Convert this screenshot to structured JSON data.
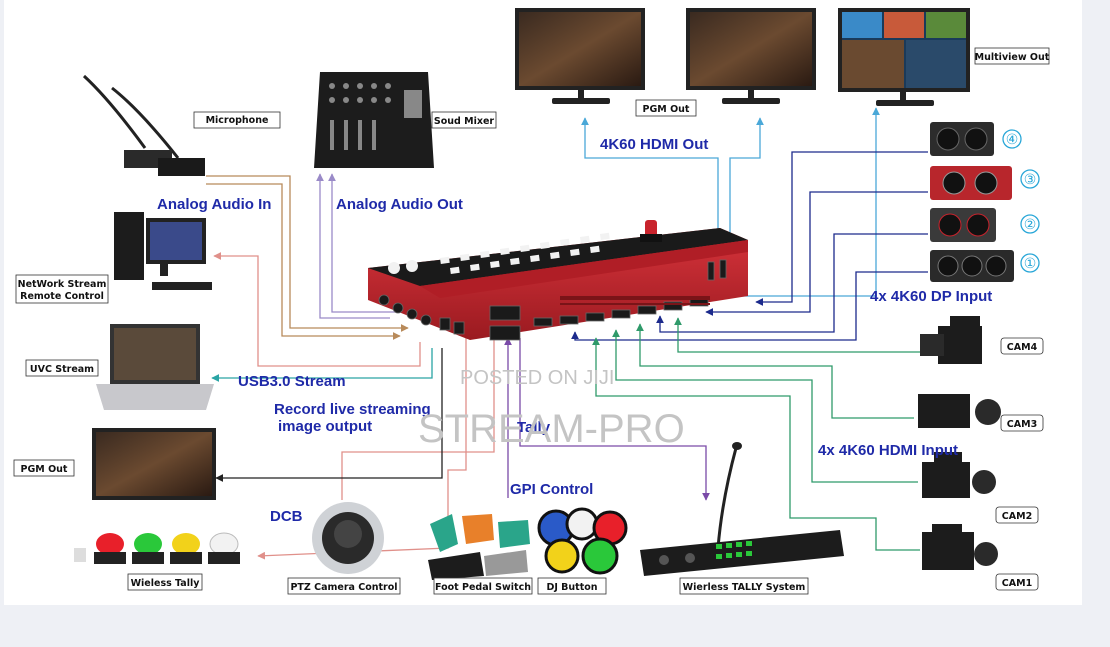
{
  "labels": {
    "microphone": "Microphone",
    "sound_mixer": "Soud Mixer",
    "pgm_out_top": "PGM Out",
    "multiview_out": "Multiview Out",
    "network_stream": "NetWork Stream",
    "remote_control": "Remote Control",
    "uvc_stream": "UVC Stream",
    "pgm_out_left": "PGM Out",
    "wireless_tally": "Wieless Tally",
    "ptz_control": "PTZ Camera Control",
    "foot_pedal": "Foot Pedal Switch",
    "dj_button": "DJ Button",
    "wireless_tally_system": "Wierless TALLY System",
    "cam1": "CAM1",
    "cam2": "CAM2",
    "cam3": "CAM3",
    "cam4": "CAM4"
  },
  "captions": {
    "hdmi_out": "4K60 HDMI Out",
    "analog_audio_in": "Analog Audio In",
    "analog_audio_out": "Analog Audio Out",
    "usb_stream": "USB3.0 Stream",
    "record_line1": "Record live streaming",
    "record_line2": "image output",
    "tally": "Tally",
    "gpi_control": "GPI Control",
    "dcb": "DCB",
    "dp_input": "4x 4K60 DP Input",
    "hdmi_input": "4x 4K60 HDMI Input"
  },
  "dp_numbers": [
    "④",
    "③",
    "②",
    "①"
  ],
  "watermarks": {
    "posted": "POSTED ON JIJI",
    "brand": "STREAM-PRO"
  },
  "colors": {
    "caption_blue": "#1f2aa8",
    "device_red": "#c8232c",
    "circle_number": "#2aa7d8",
    "wire_navy": "#1c2a8c",
    "wire_sky": "#4aa8d8",
    "wire_green": "#2f9a6a",
    "wire_teal": "#2aa5a5",
    "wire_purple": "#7a4aa8",
    "wire_salmon": "#e0908a",
    "wire_tan": "#b88a5a",
    "wire_lavender": "#9a8ac8",
    "wire_black": "#222222"
  }
}
